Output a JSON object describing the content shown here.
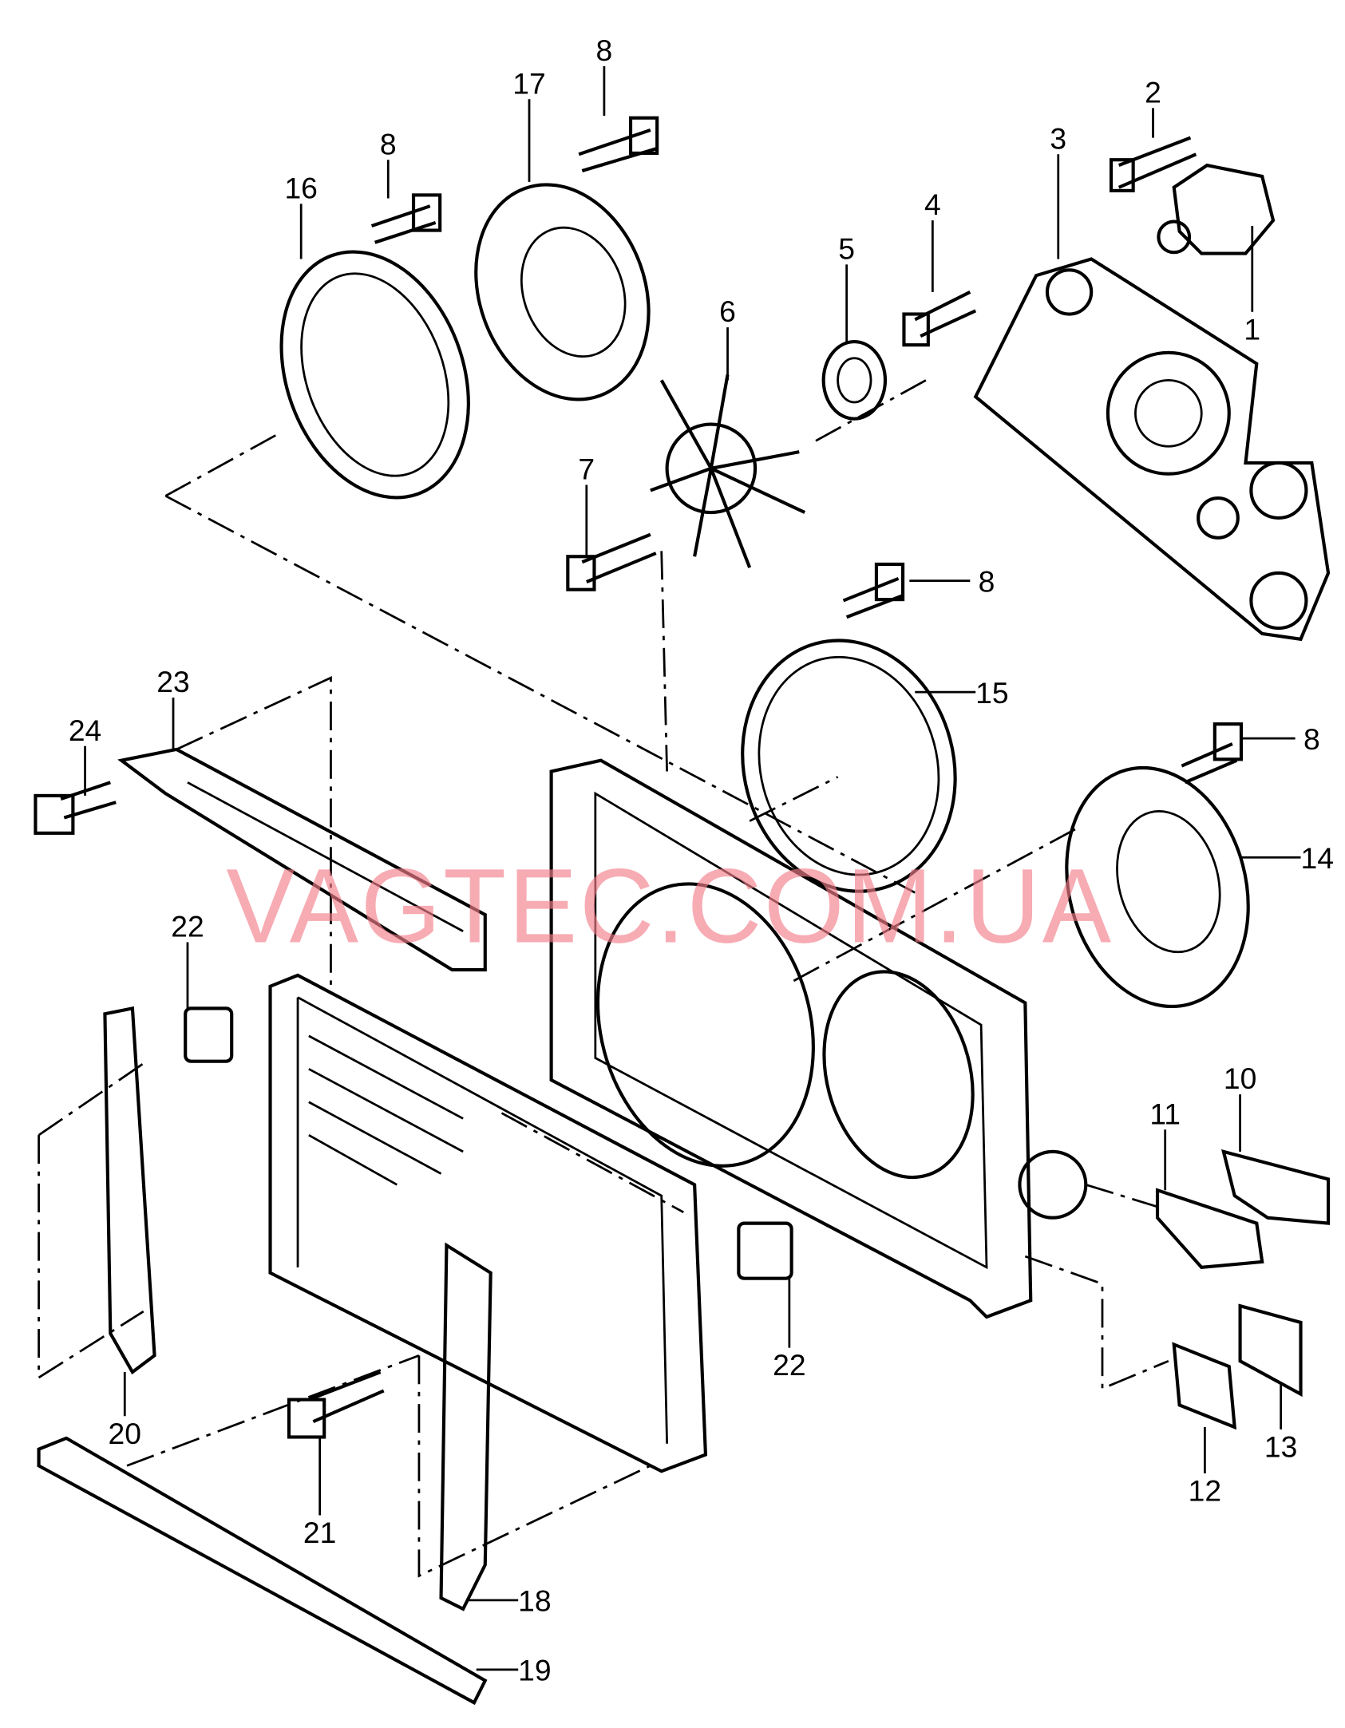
{
  "watermark": "VAGTEC.COM.UA",
  "callouts": [
    {
      "id": "1",
      "text": "1"
    },
    {
      "id": "2",
      "text": "2"
    },
    {
      "id": "3",
      "text": "3"
    },
    {
      "id": "4",
      "text": "4"
    },
    {
      "id": "5",
      "text": "5"
    },
    {
      "id": "6",
      "text": "6"
    },
    {
      "id": "7",
      "text": "7"
    },
    {
      "id": "8a",
      "text": "8"
    },
    {
      "id": "8b",
      "text": "8"
    },
    {
      "id": "8c",
      "text": "8"
    },
    {
      "id": "8d",
      "text": "8"
    },
    {
      "id": "10",
      "text": "10"
    },
    {
      "id": "11",
      "text": "11"
    },
    {
      "id": "12",
      "text": "12"
    },
    {
      "id": "13",
      "text": "13"
    },
    {
      "id": "14",
      "text": "14"
    },
    {
      "id": "15",
      "text": "15"
    },
    {
      "id": "16",
      "text": "16"
    },
    {
      "id": "17",
      "text": "17"
    },
    {
      "id": "18",
      "text": "18"
    },
    {
      "id": "19",
      "text": "19"
    },
    {
      "id": "20",
      "text": "20"
    },
    {
      "id": "21",
      "text": "21"
    },
    {
      "id": "22a",
      "text": "22"
    },
    {
      "id": "22b",
      "text": "22"
    },
    {
      "id": "23",
      "text": "23"
    },
    {
      "id": "24",
      "text": "24"
    }
  ]
}
